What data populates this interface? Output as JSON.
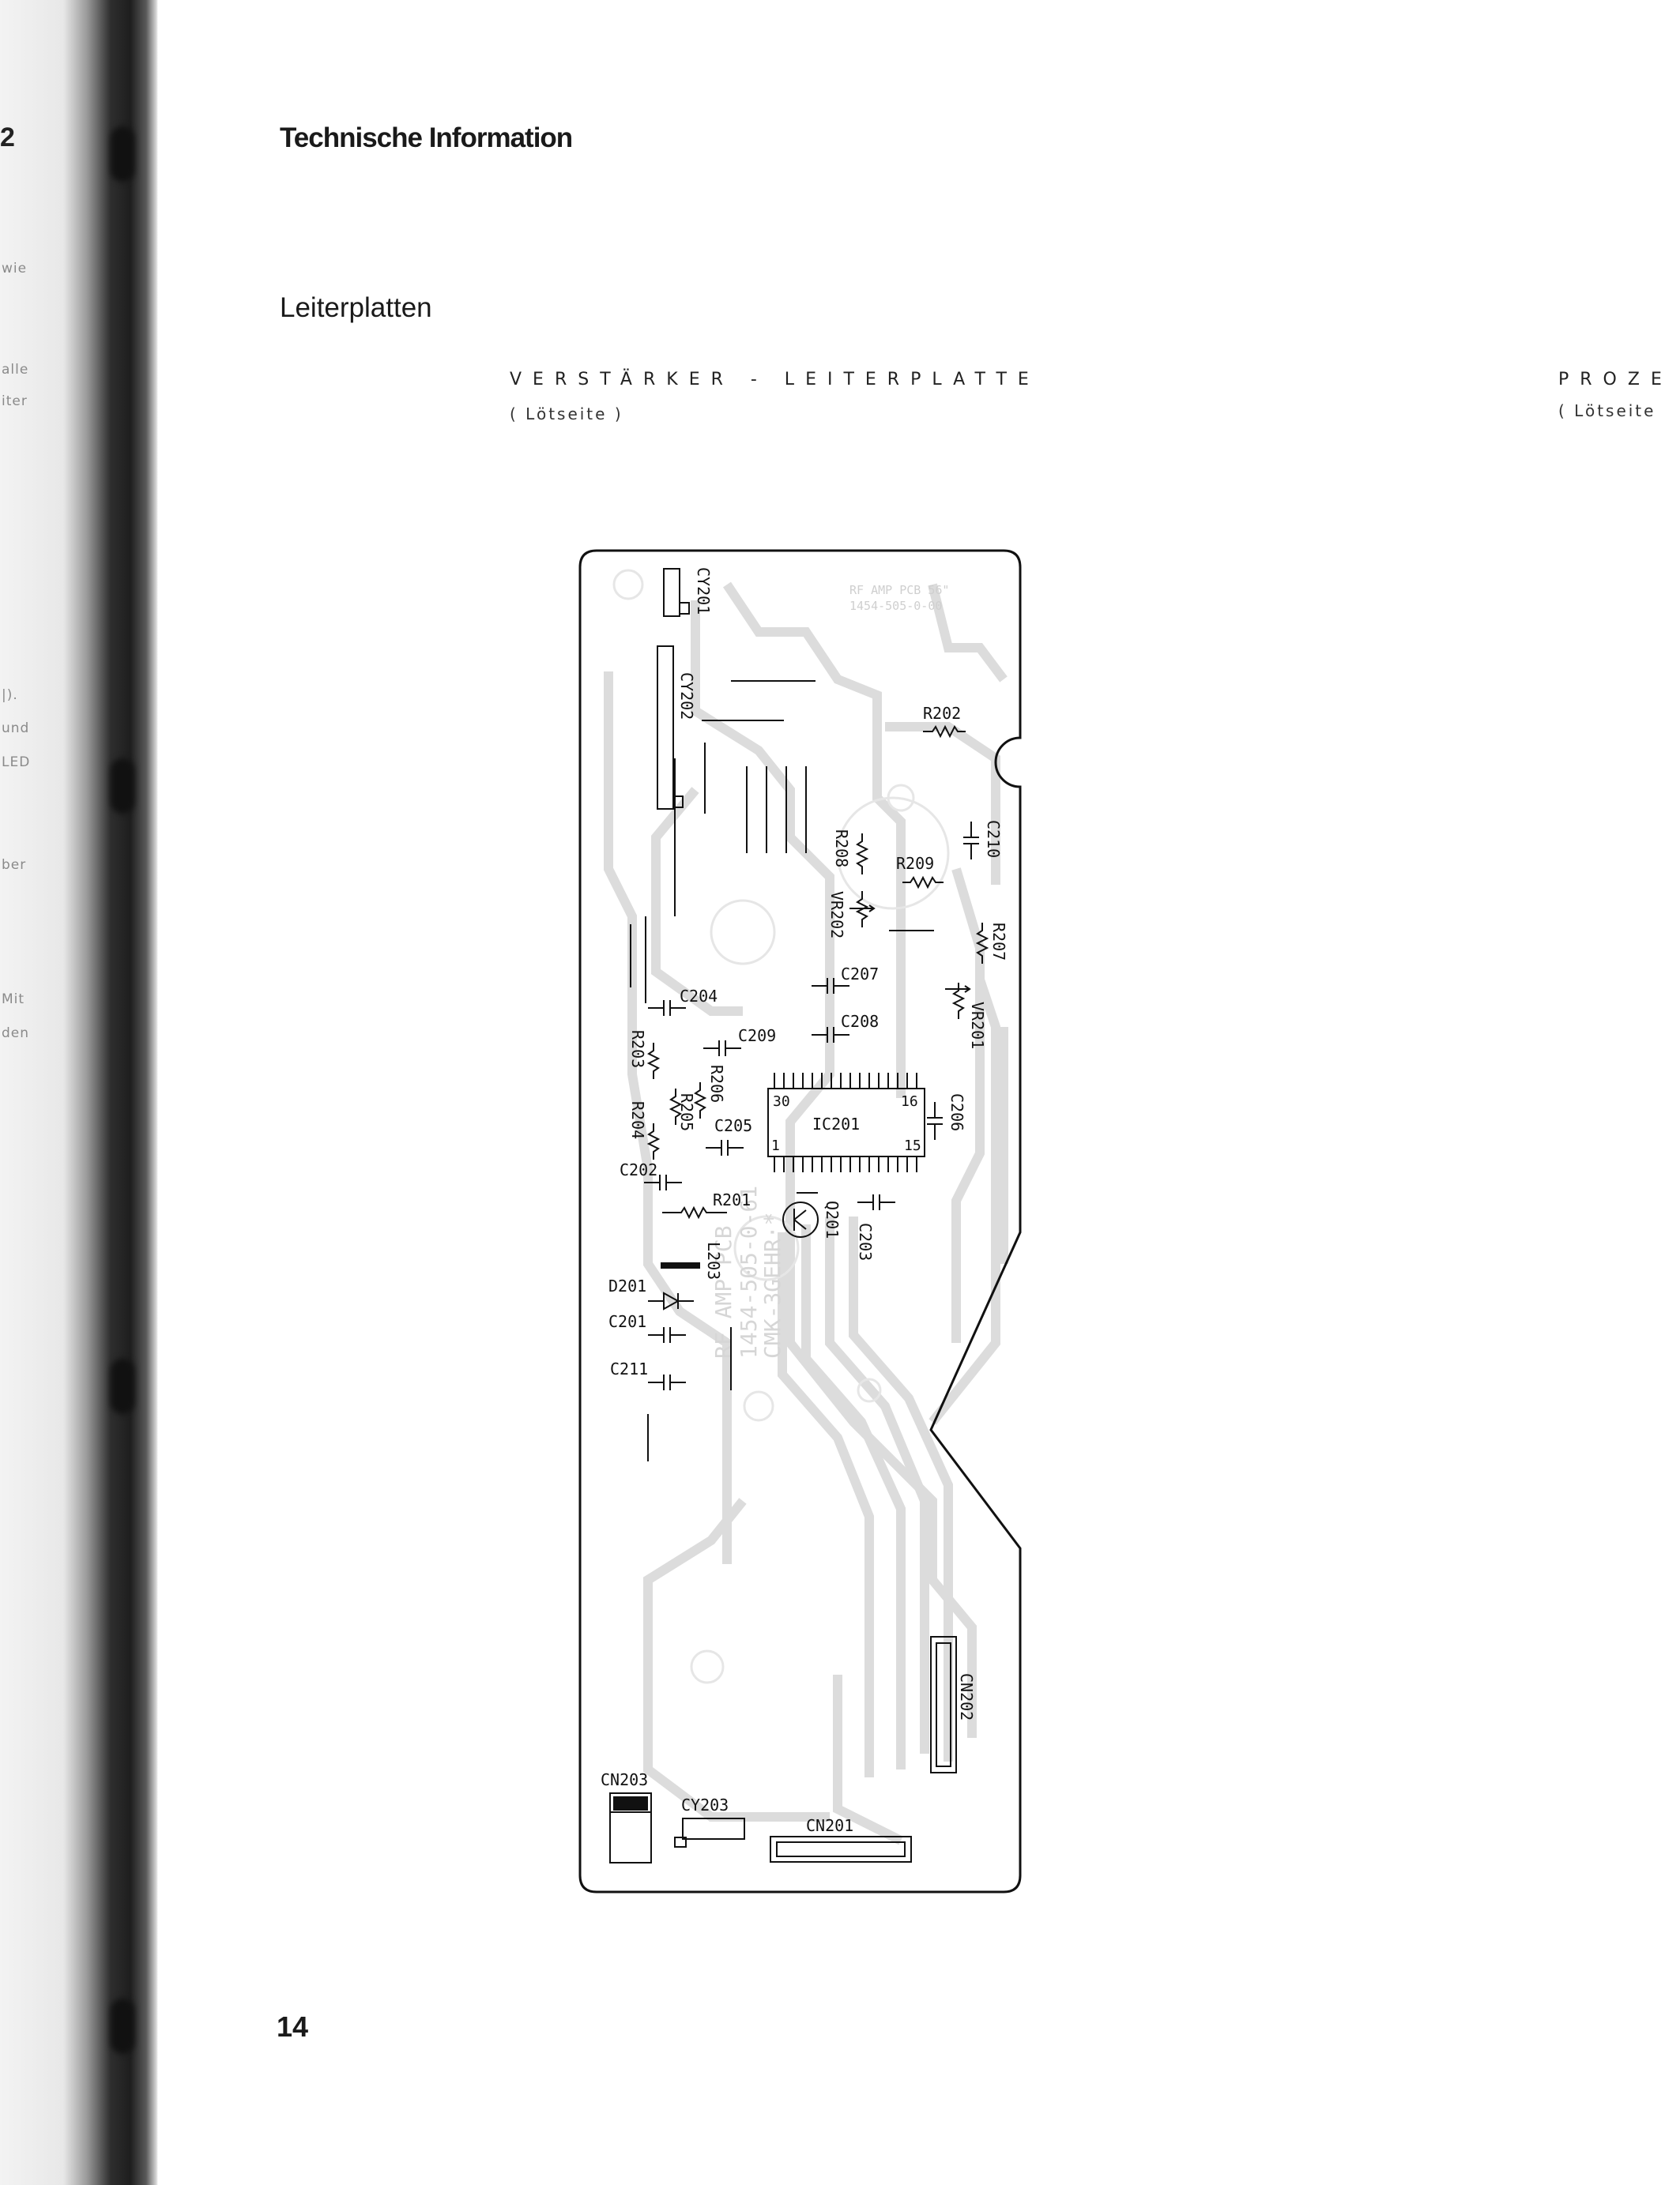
{
  "left_edge": {
    "chapter_number": "2",
    "fragments": [
      "wie",
      "alle",
      "iter",
      "|).",
      "und",
      "LED",
      "ber",
      "Mit",
      "den"
    ]
  },
  "header": {
    "title": "Technische Information"
  },
  "section": {
    "title": "Leiterplatten"
  },
  "left_caption": {
    "title": "VERSTÄRKER - LEITERPLATTE",
    "subtitle": "( Lötseite )"
  },
  "right_caption": {
    "title": "PROZE",
    "subtitle": "( Lötseite"
  },
  "board": {
    "silkscreen_top": [
      "RF AMP PCB 56\"",
      "1454-505-0-00"
    ],
    "silkscreen_mid": [
      "RF AMP PCB",
      "1454-505-0-61",
      "CMK-3GEHR·*"
    ],
    "components": {
      "cy201": "CY201",
      "cy202": "CY202",
      "cy203": "CY203",
      "r201": "R201",
      "r202": "R202",
      "r203": "R203",
      "r204": "R204",
      "r205": "R205",
      "r206": "R206",
      "r207": "R207",
      "r208": "R208",
      "r209": "R209",
      "vr201": "VR201",
      "vr202": "VR202",
      "c201": "C201",
      "c202": "C202",
      "c203": "C203",
      "c204": "C204",
      "c205": "C205",
      "c206": "C206",
      "c207": "C207",
      "c208": "C208",
      "c209": "C209",
      "c210": "C210",
      "c211": "C211",
      "ic201": "IC201",
      "ic_pin30": "30",
      "ic_pin16": "16",
      "ic_pin1": "1",
      "ic_pin15": "15",
      "q201": "Q201",
      "l203": "L203",
      "d201": "D201",
      "cn201": "CN201",
      "cn202": "CN202",
      "cn203": "CN203"
    }
  },
  "footer": {
    "page_number": "14"
  }
}
